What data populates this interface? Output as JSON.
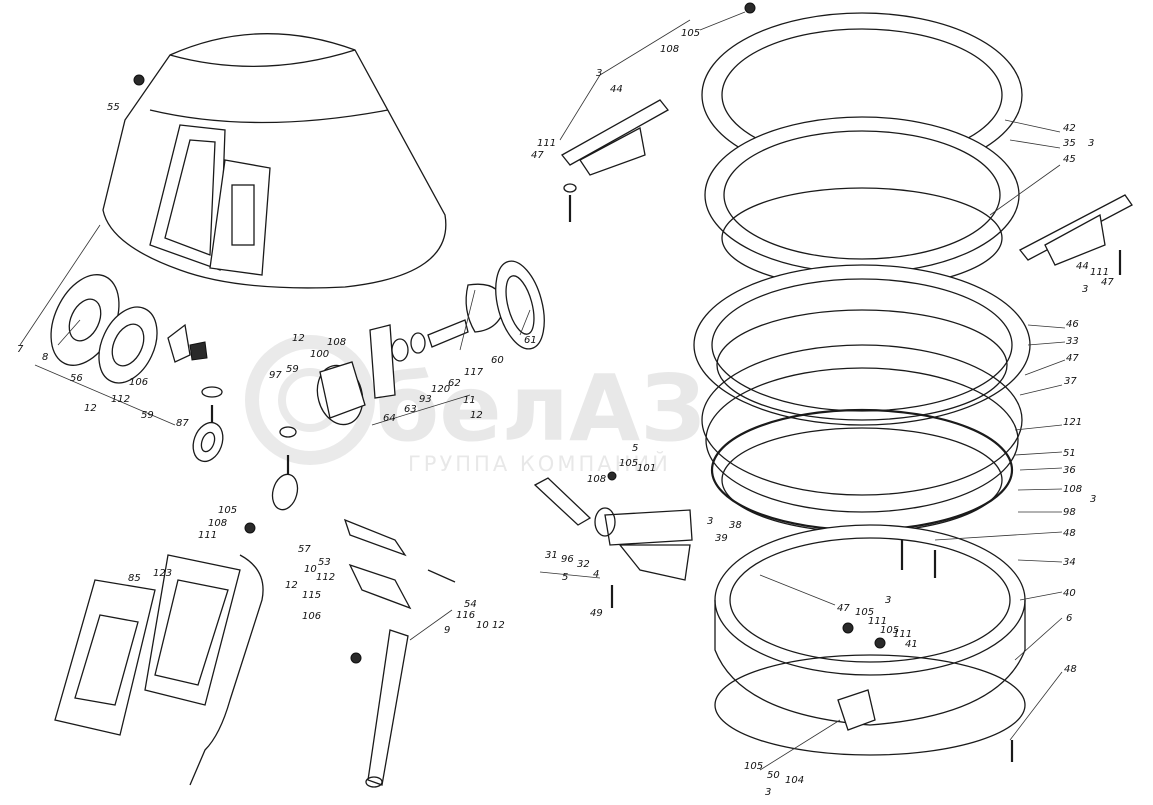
{
  "watermark": {
    "brand": "белАЗ",
    "subtitle": "ГРУППА КОМПАНИЙ"
  },
  "labels": [
    {
      "id": "l1",
      "text": "105"
    },
    {
      "id": "l2",
      "text": "108"
    },
    {
      "id": "l3",
      "text": "3"
    },
    {
      "id": "l4",
      "text": "44"
    },
    {
      "id": "l5",
      "text": "111"
    },
    {
      "id": "l6",
      "text": "47"
    },
    {
      "id": "l7",
      "text": "42"
    },
    {
      "id": "l8",
      "text": "35"
    },
    {
      "id": "l9",
      "text": "3"
    },
    {
      "id": "l10",
      "text": "45"
    },
    {
      "id": "l11",
      "text": "55"
    },
    {
      "id": "l12",
      "text": "7"
    },
    {
      "id": "l13",
      "text": "8"
    },
    {
      "id": "l14",
      "text": "56"
    },
    {
      "id": "l15",
      "text": "12"
    },
    {
      "id": "l16",
      "text": "112"
    },
    {
      "id": "l17",
      "text": "106"
    },
    {
      "id": "l18",
      "text": "59"
    },
    {
      "id": "l19",
      "text": "87"
    },
    {
      "id": "l20",
      "text": "12"
    },
    {
      "id": "l21",
      "text": "108"
    },
    {
      "id": "l22",
      "text": "100"
    },
    {
      "id": "l23",
      "text": "97"
    },
    {
      "id": "l24",
      "text": "59"
    },
    {
      "id": "l25",
      "text": "64"
    },
    {
      "id": "l26",
      "text": "63"
    },
    {
      "id": "l27",
      "text": "93"
    },
    {
      "id": "l28",
      "text": "120"
    },
    {
      "id": "l29",
      "text": "62"
    },
    {
      "id": "l30",
      "text": "11"
    },
    {
      "id": "l31",
      "text": "12"
    },
    {
      "id": "l32",
      "text": "117"
    },
    {
      "id": "l33",
      "text": "60"
    },
    {
      "id": "l34",
      "text": "61"
    },
    {
      "id": "l35",
      "text": "44"
    },
    {
      "id": "l36",
      "text": "111"
    },
    {
      "id": "l37",
      "text": "47"
    },
    {
      "id": "l38",
      "text": "3"
    },
    {
      "id": "l39",
      "text": "46"
    },
    {
      "id": "l40",
      "text": "33"
    },
    {
      "id": "l41",
      "text": "47"
    },
    {
      "id": "l42",
      "text": "37"
    },
    {
      "id": "l43",
      "text": "121"
    },
    {
      "id": "l44",
      "text": "51"
    },
    {
      "id": "l45",
      "text": "36"
    },
    {
      "id": "l46",
      "text": "108"
    },
    {
      "id": "l47",
      "text": "98"
    },
    {
      "id": "l48",
      "text": "3"
    },
    {
      "id": "l49",
      "text": "48"
    },
    {
      "id": "l50",
      "text": "34"
    },
    {
      "id": "l51",
      "text": "40"
    },
    {
      "id": "l52",
      "text": "6"
    },
    {
      "id": "l53",
      "text": "48"
    },
    {
      "id": "l54",
      "text": "5"
    },
    {
      "id": "l55",
      "text": "105"
    },
    {
      "id": "l56",
      "text": "101"
    },
    {
      "id": "l57",
      "text": "108"
    },
    {
      "id": "l58",
      "text": "31"
    },
    {
      "id": "l59",
      "text": "96"
    },
    {
      "id": "l60",
      "text": "32"
    },
    {
      "id": "l61",
      "text": "5"
    },
    {
      "id": "l62",
      "text": "4"
    },
    {
      "id": "l63",
      "text": "49"
    },
    {
      "id": "l64",
      "text": "3"
    },
    {
      "id": "l65",
      "text": "38"
    },
    {
      "id": "l66",
      "text": "39"
    },
    {
      "id": "l67",
      "text": "47"
    },
    {
      "id": "l68",
      "text": "105"
    },
    {
      "id": "l69",
      "text": "111"
    },
    {
      "id": "l70",
      "text": "3"
    },
    {
      "id": "l71",
      "text": "105"
    },
    {
      "id": "l72",
      "text": "111"
    },
    {
      "id": "l73",
      "text": "41"
    },
    {
      "id": "l74",
      "text": "105"
    },
    {
      "id": "l75",
      "text": "50"
    },
    {
      "id": "l76",
      "text": "104"
    },
    {
      "id": "l77",
      "text": "3"
    },
    {
      "id": "l78",
      "text": "105"
    },
    {
      "id": "l79",
      "text": "108"
    },
    {
      "id": "l80",
      "text": "111"
    },
    {
      "id": "l81",
      "text": "85"
    },
    {
      "id": "l82",
      "text": "123"
    },
    {
      "id": "l83",
      "text": "57"
    },
    {
      "id": "l84",
      "text": "53"
    },
    {
      "id": "l85",
      "text": "10"
    },
    {
      "id": "l86",
      "text": "112"
    },
    {
      "id": "l87",
      "text": "12"
    },
    {
      "id": "l88",
      "text": "115"
    },
    {
      "id": "l89",
      "text": "106"
    },
    {
      "id": "l90",
      "text": "54"
    },
    {
      "id": "l91",
      "text": "116"
    },
    {
      "id": "l92",
      "text": "10"
    },
    {
      "id": "l93",
      "text": "12"
    },
    {
      "id": "l94",
      "text": "9"
    }
  ]
}
